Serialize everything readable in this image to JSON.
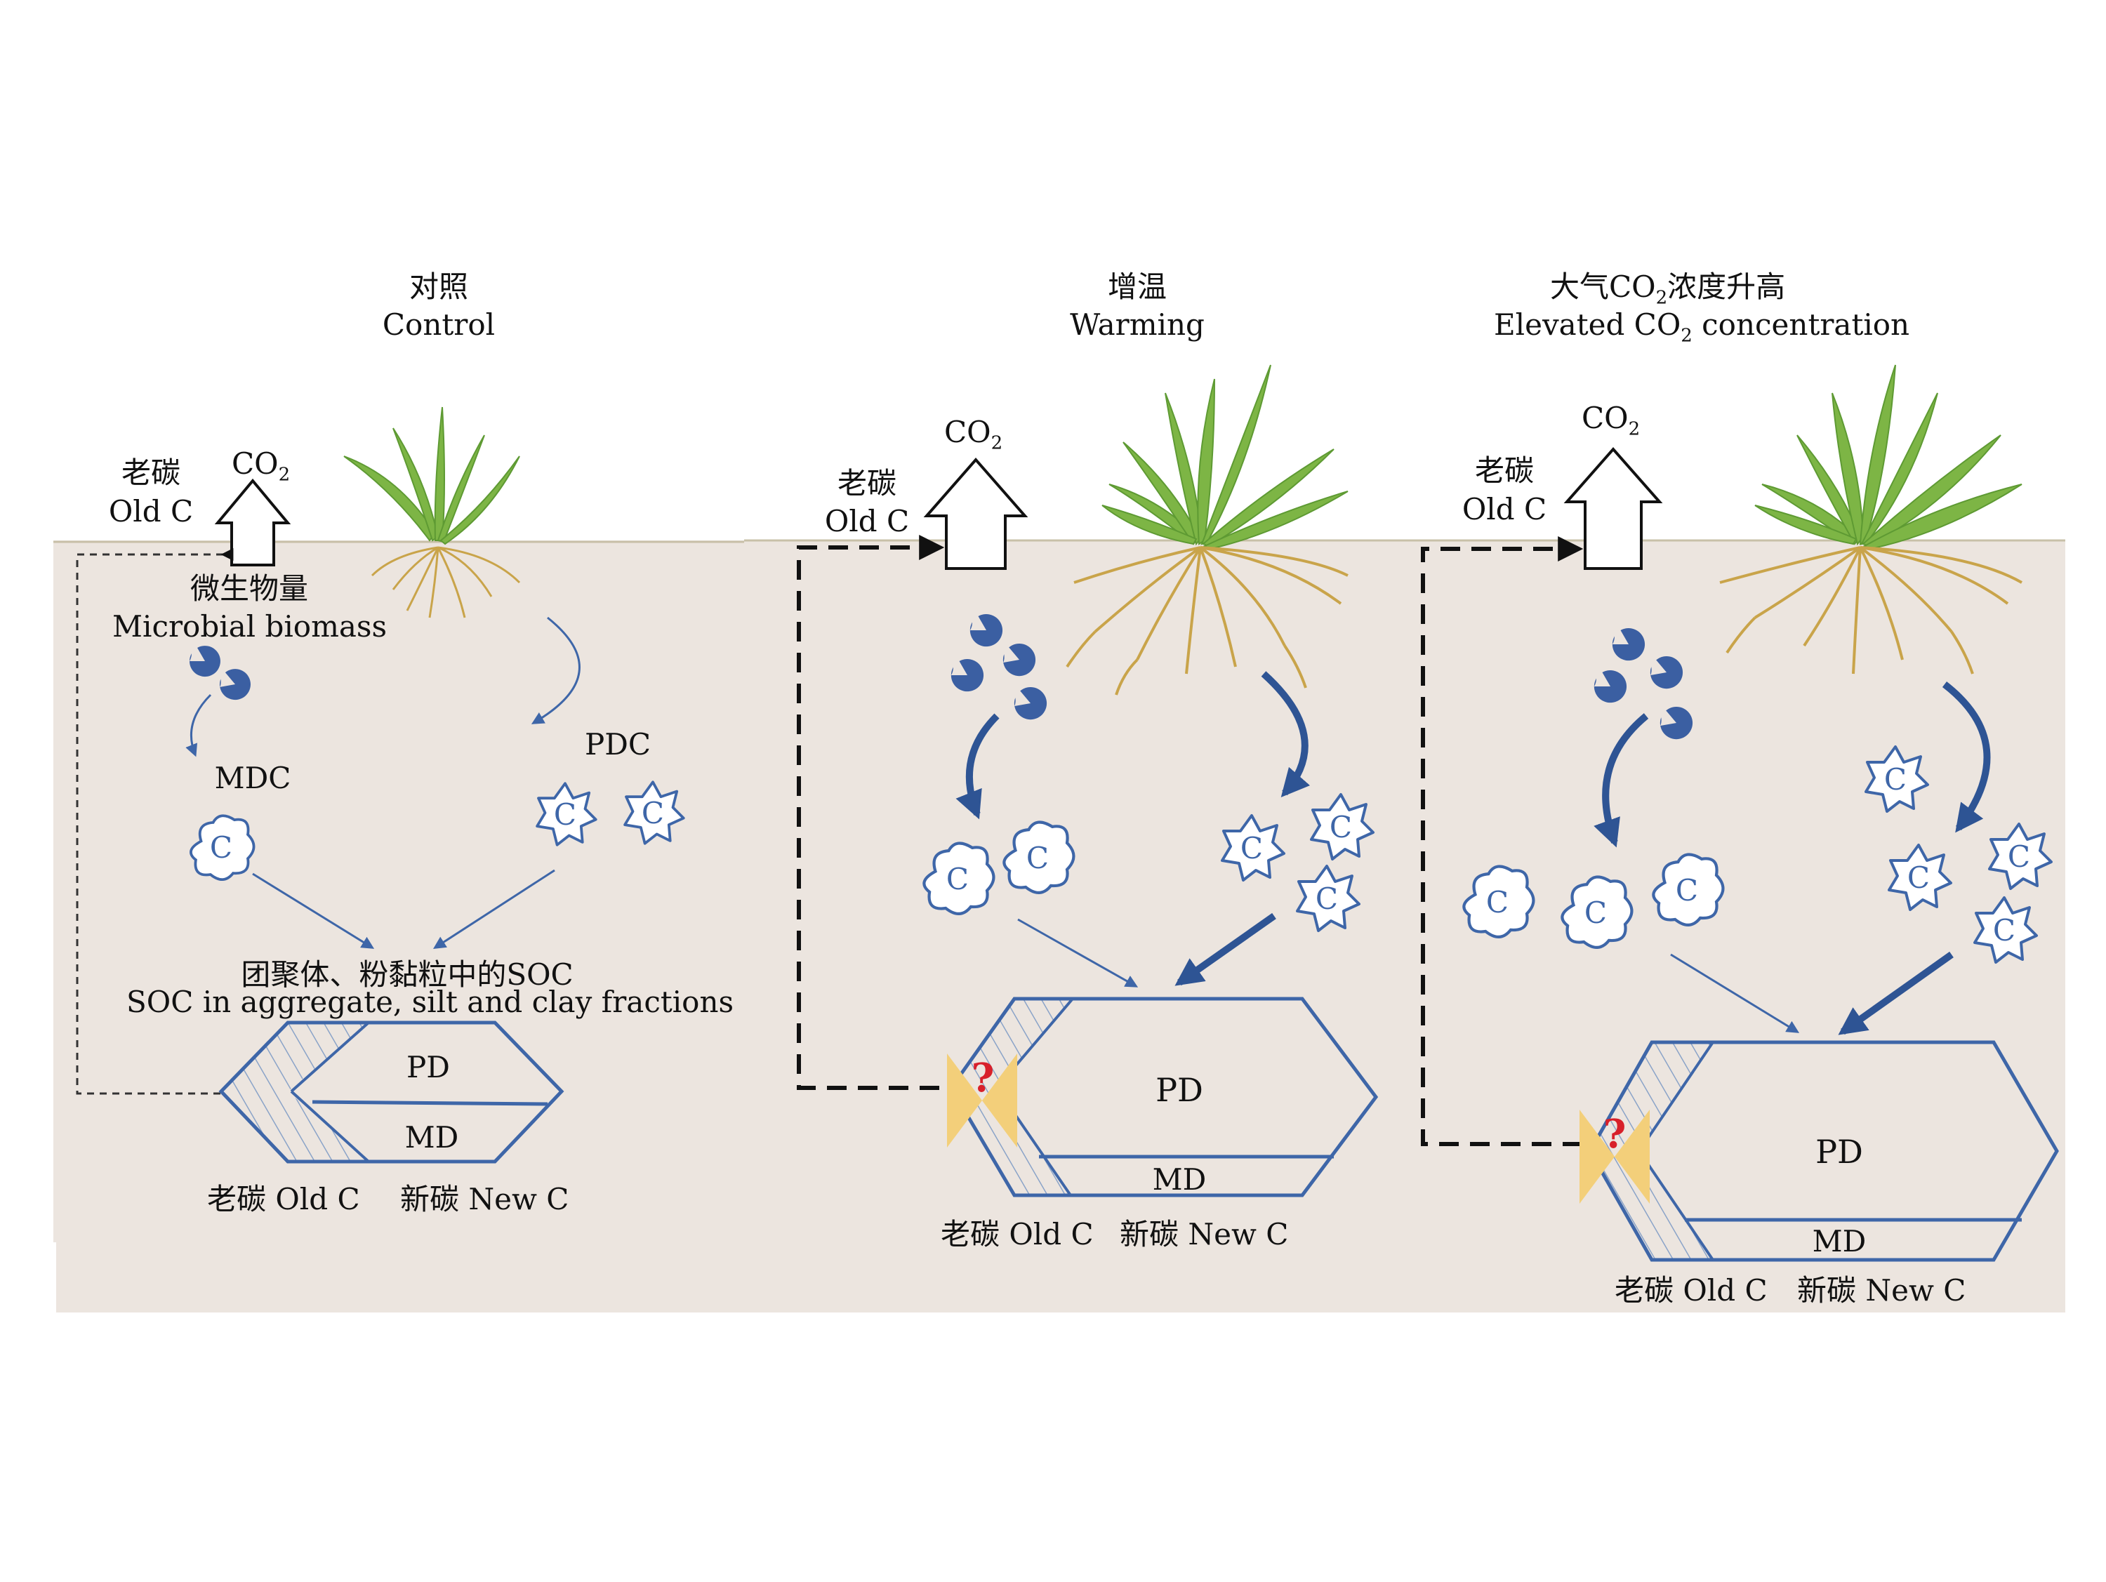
{
  "panels": [
    {
      "title_zh": "对照",
      "title_en": "Control",
      "old_c_zh": "老碳",
      "old_c_en": "Old C",
      "co2": "CO",
      "co2_sub": "2",
      "microbial_zh": "微生物量",
      "microbial_en": "Microbial biomass",
      "mdc": "MDC",
      "pdc": "PDC",
      "soc_zh": "团聚体、粉黏粒中的SOC",
      "soc_en": "SOC in aggregate, silt and clay fractions",
      "pd": "PD",
      "md": "MD",
      "bottom_old": "老碳 Old C",
      "bottom_new": "新碳 New C"
    },
    {
      "title_zh": "增温",
      "title_en": "Warming",
      "old_c_zh": "老碳",
      "old_c_en": "Old C",
      "co2": "CO",
      "co2_sub": "2",
      "pd": "PD",
      "md": "MD",
      "question": "?",
      "bottom_old": "老碳 Old C",
      "bottom_new": "新碳 New C"
    },
    {
      "title_zh_a": "大气CO",
      "title_zh_sub": "2",
      "title_zh_b": "浓度升高",
      "title_en_a": "Elevated CO",
      "title_en_sub": "2",
      "title_en_b": " concentration",
      "old_c_zh": "老碳",
      "old_c_en": "Old C",
      "co2": "CO",
      "co2_sub": "2",
      "pd": "PD",
      "md": "MD",
      "question": "?",
      "bottom_old": "老碳 Old C",
      "bottom_new": "新碳 New C"
    }
  ],
  "carbon_symbol": "C",
  "colors": {
    "soil": "#ece5df",
    "soil_line": "#c8c0a8",
    "blue": "#3e66a8",
    "dark_blue": "#2e5494",
    "root": "#c9a44a",
    "leaf": "#7db545",
    "leaf_dark": "#5e9a33",
    "hourglass": "#f3cf7a",
    "question": "#d8202a"
  }
}
